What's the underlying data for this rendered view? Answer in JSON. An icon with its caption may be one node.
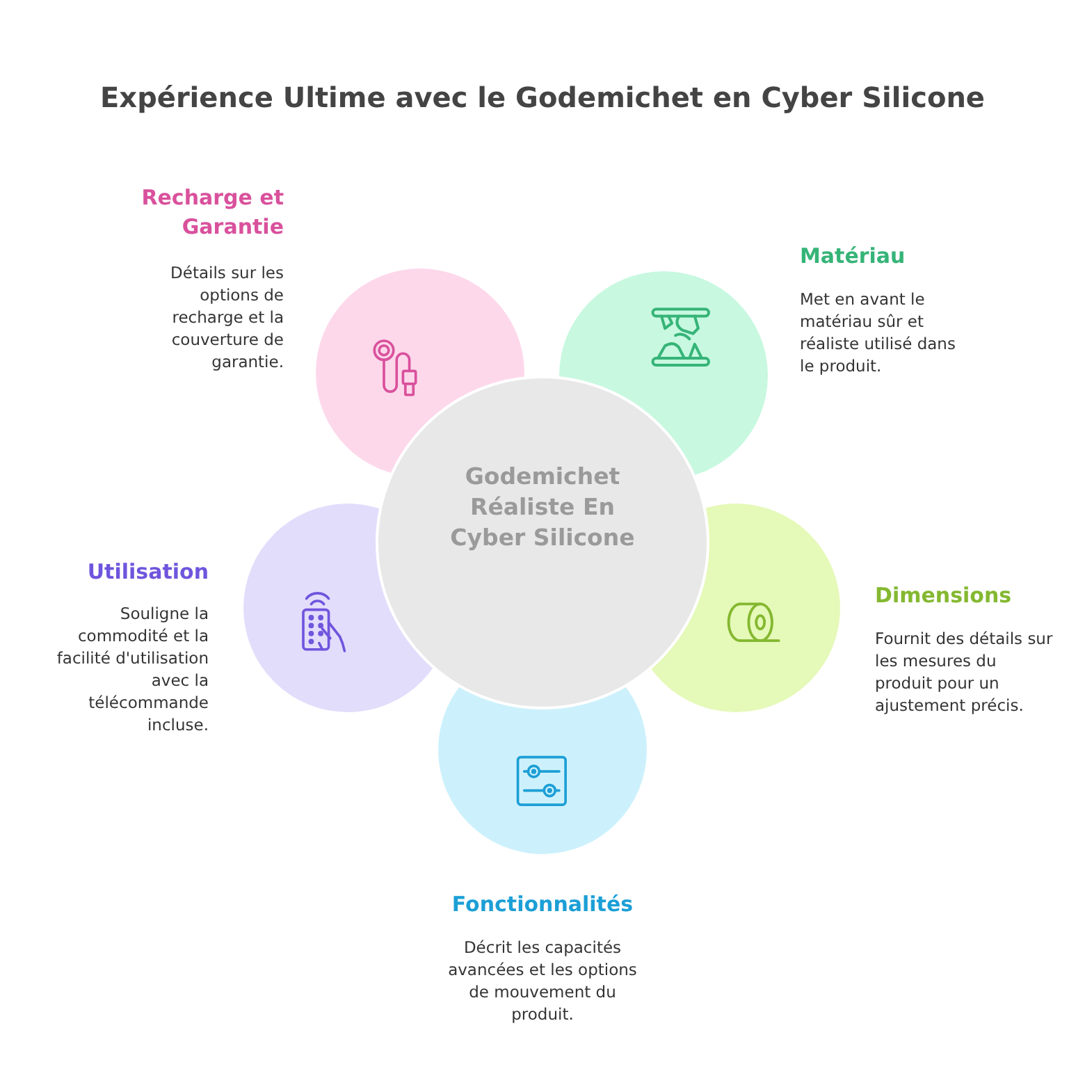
{
  "diagram": {
    "title": "Expérience Ultime avec le Godemichet en Cyber Silicone",
    "nodes": [
      {
        "text": [
          "Godemichet Réaliste En Cyber Silicone"
        ]
      },
      {
        "text": [
          "Recharge et Garantie",
          "Détails sur les options de recharge et la couverture de garantie."
        ]
      },
      {
        "text": [
          "Matériau",
          "Met en avant le matériau sûr et réaliste utilisé dans le produit."
        ]
      },
      {
        "text": [
          "Utilisation",
          "Souligne la commodité et la facilité d'utilisation avec la télécommande incluse."
        ]
      },
      {
        "text": [
          "Dimensions",
          "Fournit des détails sur les mesures du produit pour un ajustement précis."
        ]
      },
      {
        "text": [
          "Fonctionnalités",
          "Décrit les capacités avancées et les options de mouvement du produit."
        ]
      }
    ]
  }
}
